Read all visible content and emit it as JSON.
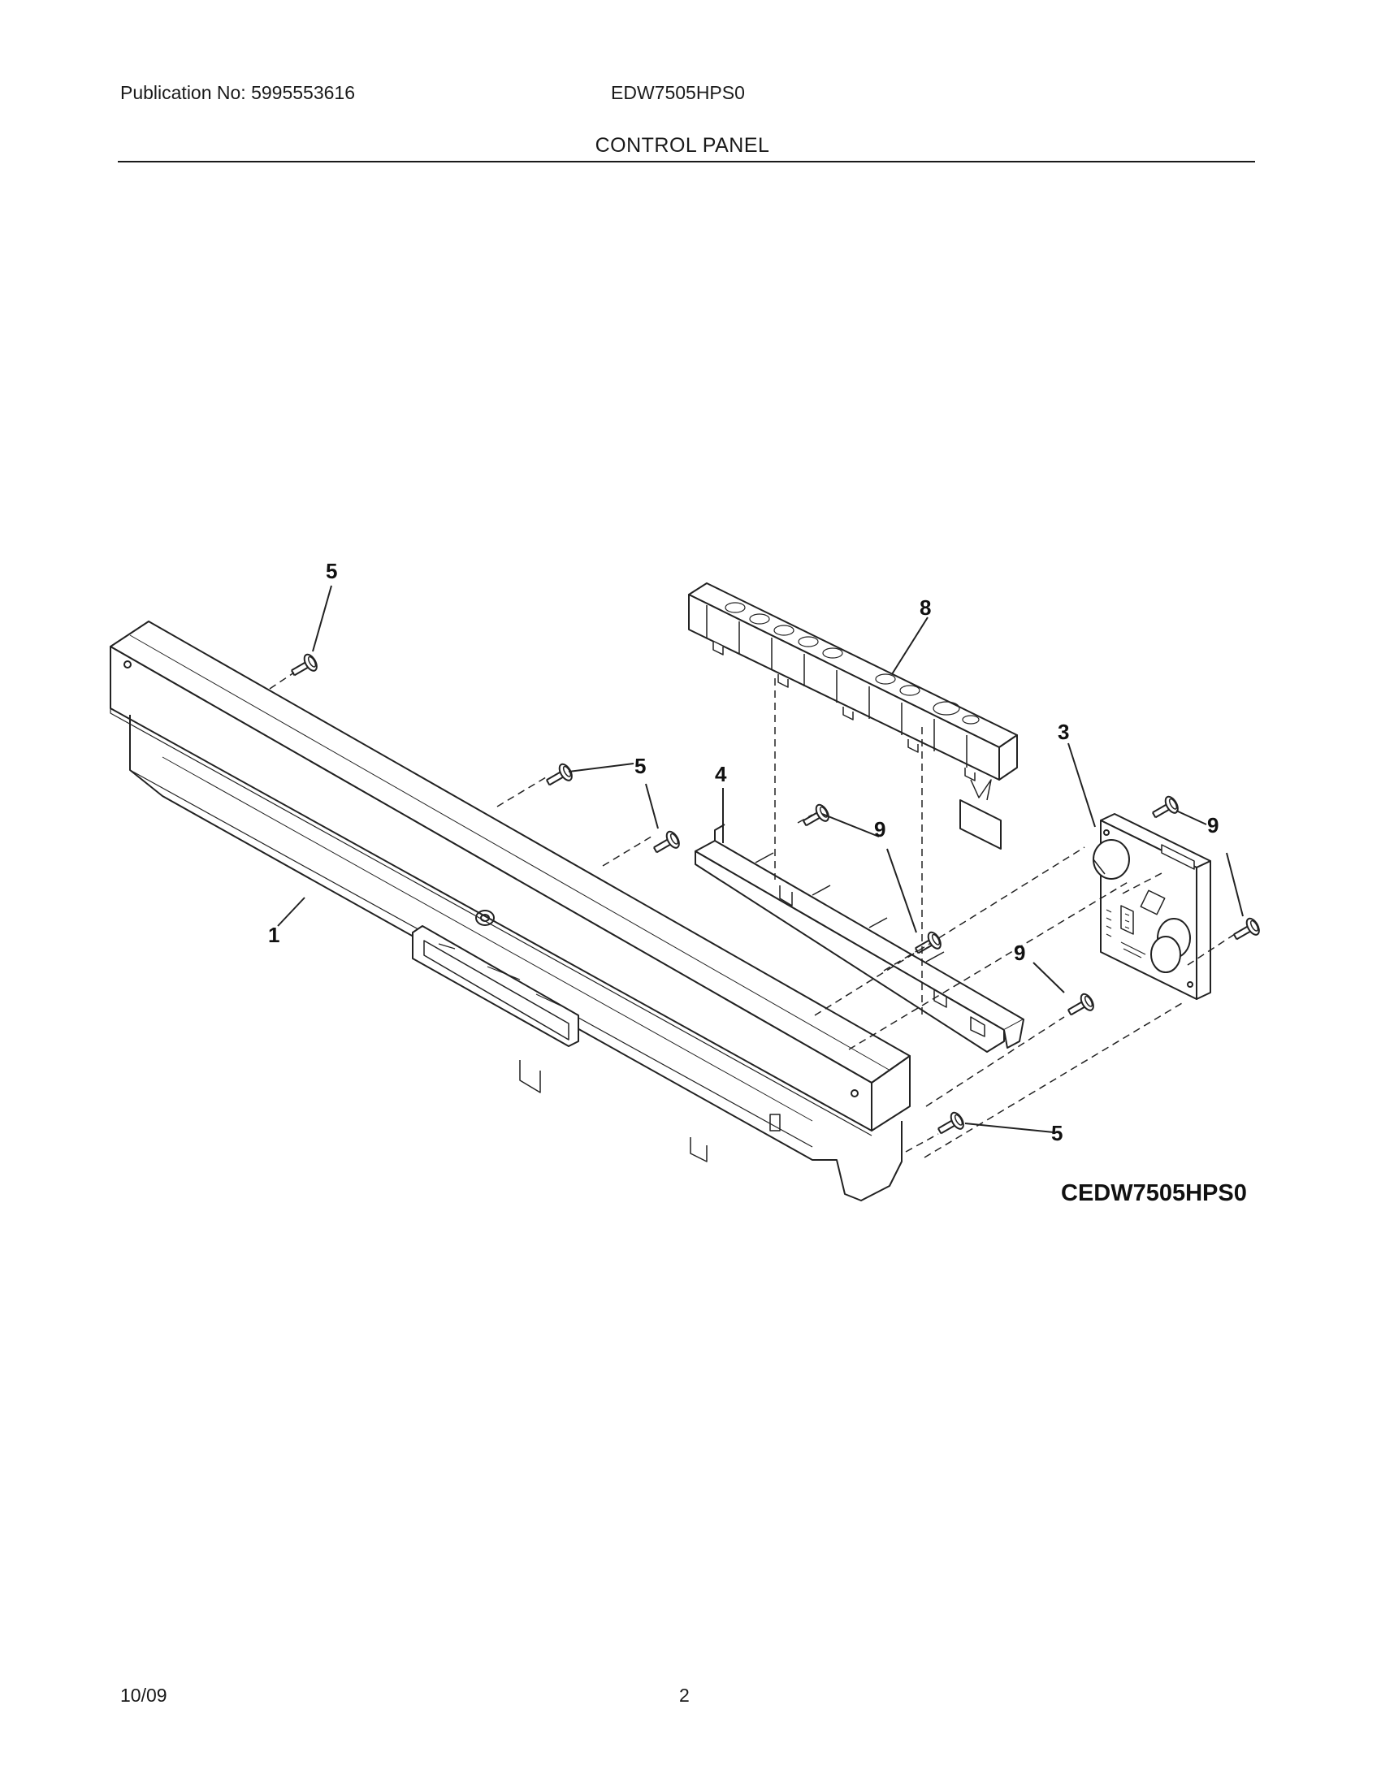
{
  "header": {
    "publication": "Publication No: 5995553616",
    "model": "EDW7505HPS0",
    "section_title": "CONTROL PANEL"
  },
  "diagram": {
    "callouts": {
      "c1": "1",
      "c3": "3",
      "c4": "4",
      "c5a": "5",
      "c5b": "5",
      "c5c": "5",
      "c5d": "5",
      "c8": "8",
      "c9a": "9",
      "c9b": "9",
      "c9c": "9",
      "c9d": "9"
    },
    "figure_code": "CEDW7505HPS0"
  },
  "footer": {
    "date": "10/09",
    "page": "2"
  }
}
